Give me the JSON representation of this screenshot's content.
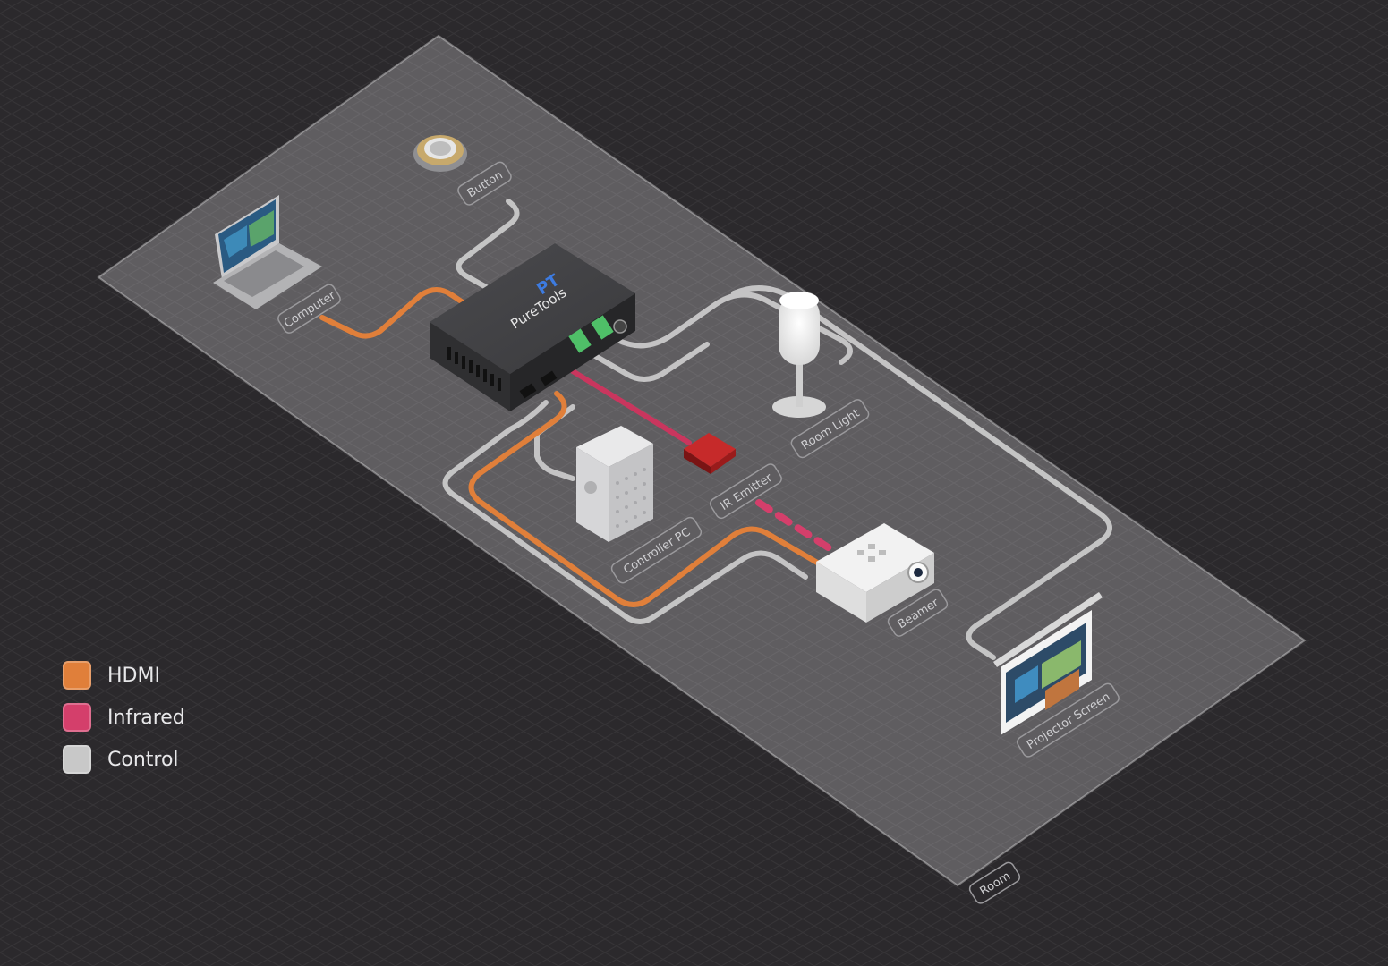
{
  "legend": [
    {
      "label": "HDMI",
      "color": "#e07f3a"
    },
    {
      "label": "Infrared",
      "color": "#d43f6b"
    },
    {
      "label": "Control",
      "color": "#c8c8c8"
    }
  ],
  "devices": {
    "computer": "Computer",
    "button": "Button",
    "room_light": "Room Light",
    "ir_emitter": "IR Emitter",
    "controller_pc": "Controller PC",
    "beamer": "Beamer",
    "projector_screen": "Projector Screen",
    "room": "Room"
  },
  "hub": {
    "brand": "PureTools",
    "model": "PT"
  },
  "colors": {
    "background": "#2b292c",
    "floor": "#5e5c5f",
    "hdmi": "#e07f3a",
    "infrared": "#d43f6b",
    "control": "#c8c8c8"
  }
}
